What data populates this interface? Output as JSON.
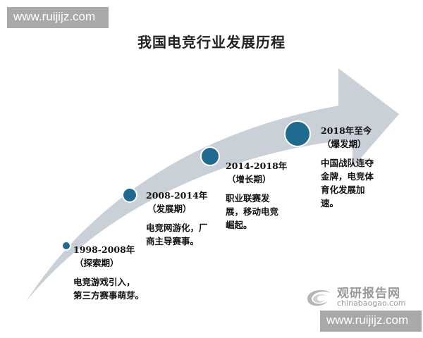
{
  "watermark": {
    "top_text": "www.ruijijz.com",
    "bottom_text": "www.ruijijz.com"
  },
  "title": "我国电竞行业发展历程",
  "colors": {
    "arrow": "#c9d0d8",
    "dot": "#1f6a8f",
    "dot_ring": "#ffffff",
    "text": "#111111"
  },
  "stages": [
    {
      "years": "1998-2008年",
      "phase": "（探索期）",
      "desc": [
        "电竞游戏引入，",
        "第三方赛事萌芽。"
      ],
      "dot_size": "small"
    },
    {
      "years": "2008-2014年",
      "phase": "（发展期）",
      "desc": [
        "电竞网游化，厂",
        "商主导赛事。"
      ],
      "dot_size": "medium"
    },
    {
      "years": "2014-2018年",
      "phase": "（增长期）",
      "desc": [
        "职业联赛发",
        "展，移动电竞",
        "崛起。"
      ],
      "dot_size": "medium-large"
    },
    {
      "years": "2018年至今",
      "phase": "（爆发期）",
      "desc": [
        "中国战队连夺",
        "金牌，电竞体",
        "育化发展加",
        "速。"
      ],
      "dot_size": "large"
    }
  ],
  "logo": {
    "name_cn": "观研报告网",
    "domain": "chinabaogao.com",
    "icon": "swirl-logo-icon"
  }
}
